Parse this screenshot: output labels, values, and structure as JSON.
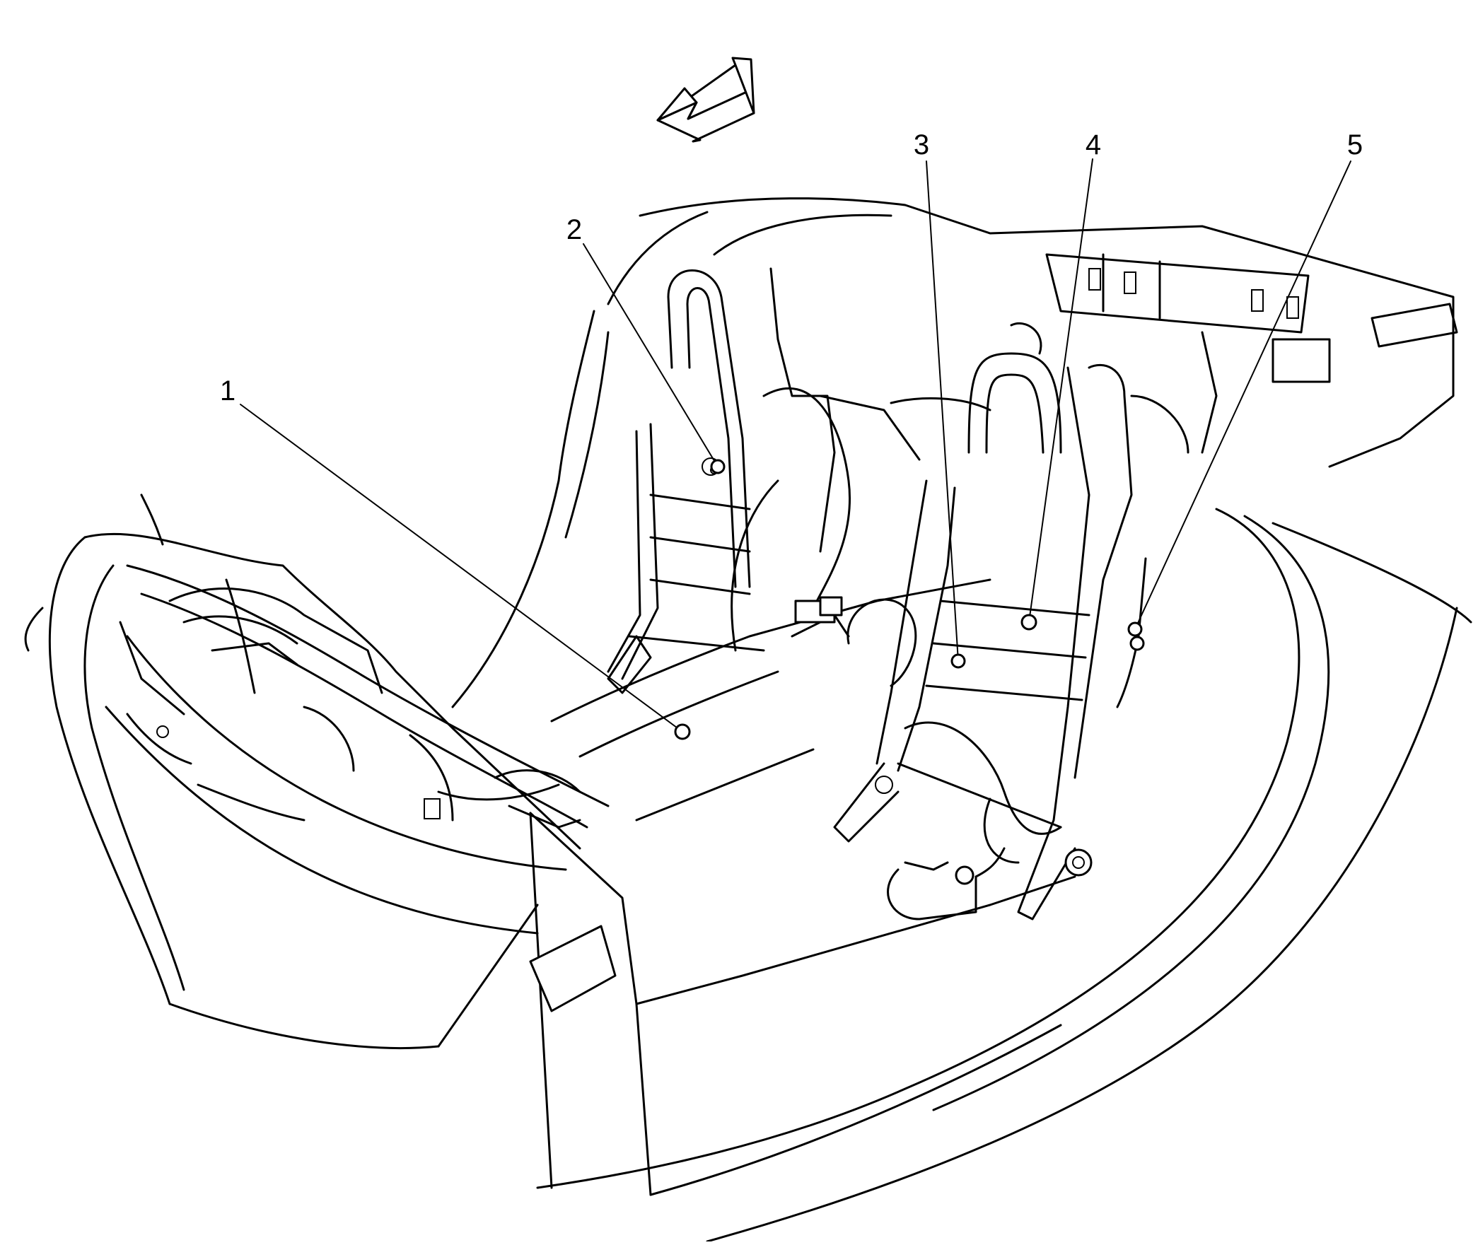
{
  "diagram": {
    "callouts": [
      {
        "id": "1",
        "label": "1"
      },
      {
        "id": "2",
        "label": "2"
      },
      {
        "id": "3",
        "label": "3"
      },
      {
        "id": "4",
        "label": "4"
      },
      {
        "id": "5",
        "label": "5"
      }
    ],
    "icons": {
      "direction_arrow": "forward-direction-arrow-icon"
    }
  }
}
